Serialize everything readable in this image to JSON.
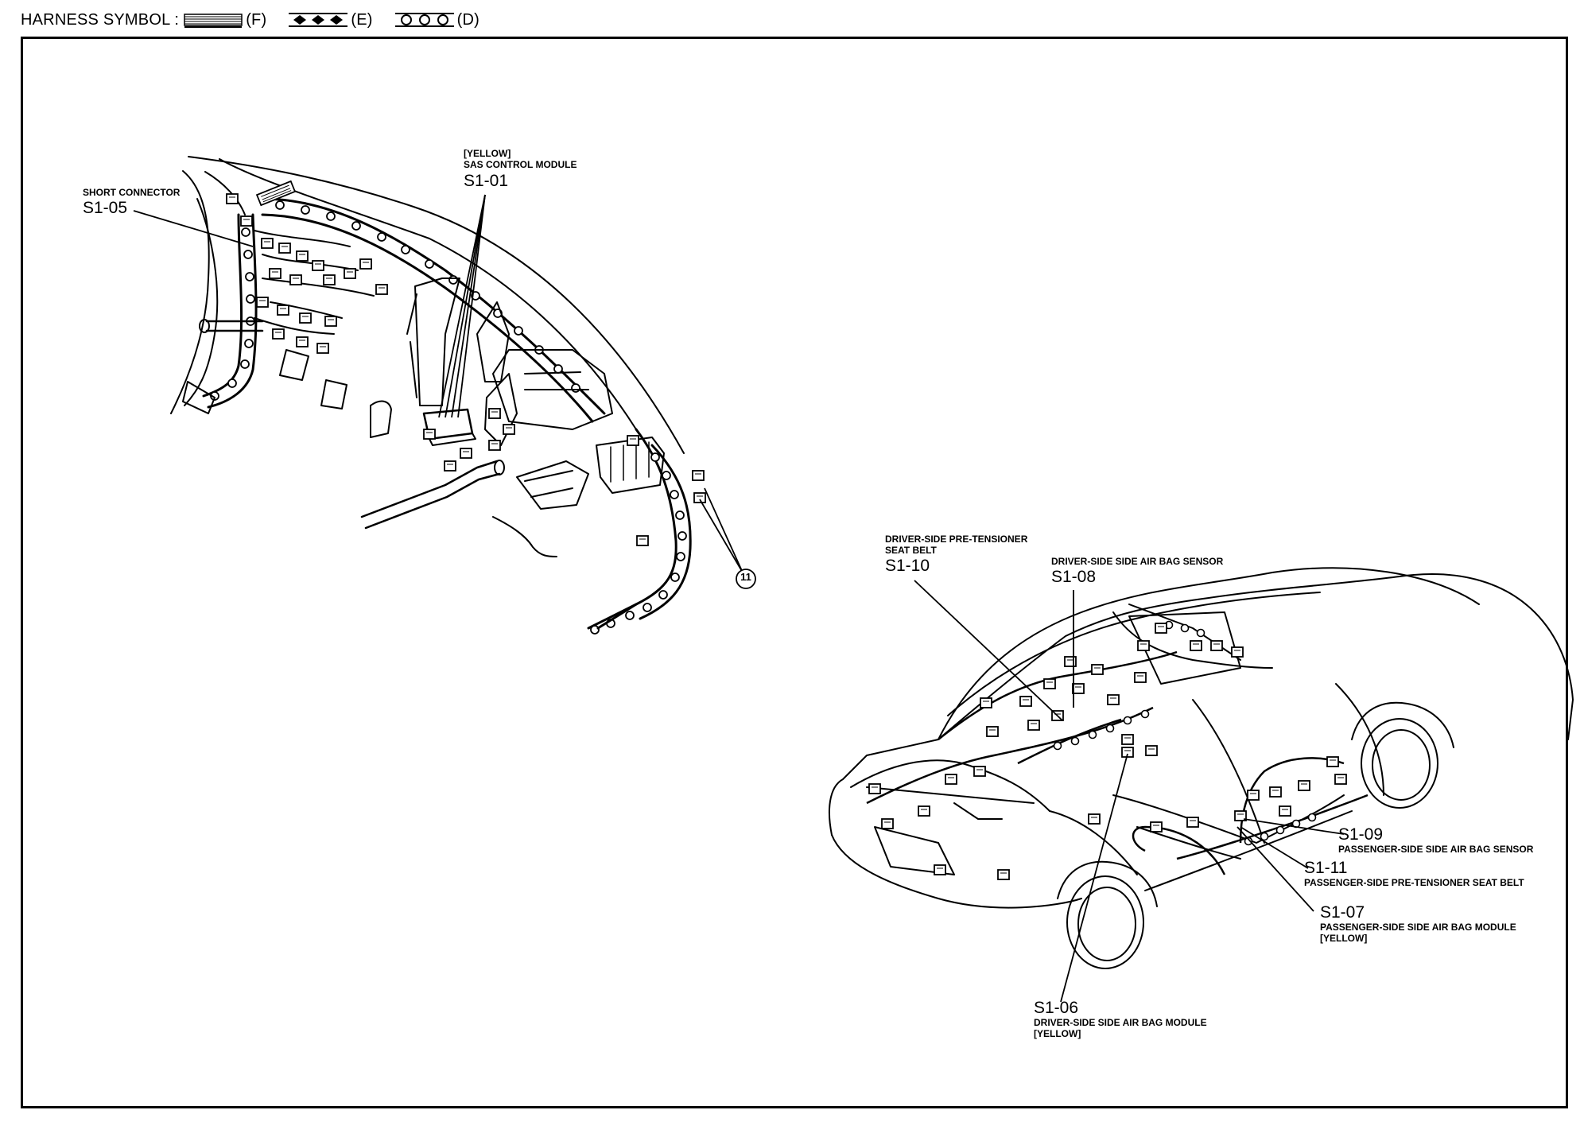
{
  "header": {
    "prefix": "HARNESS SYMBOL :",
    "symbols": [
      {
        "pattern": "hatched",
        "code": "(F)"
      },
      {
        "pattern": "diamonds",
        "code": "(E)"
      },
      {
        "pattern": "circles",
        "code": "(D)"
      }
    ]
  },
  "labels": {
    "s1_05": {
      "desc": "SHORT CONNECTOR",
      "code": "S1-05"
    },
    "s1_01": {
      "tag": "[YELLOW]",
      "desc": "SAS CONTROL MODULE",
      "code": "S1-01"
    },
    "callout_11": "11",
    "s1_10": {
      "desc1": "DRIVER-SIDE PRE-TENSIONER",
      "desc2": "SEAT BELT",
      "code": "S1-10"
    },
    "s1_08": {
      "desc": "DRIVER-SIDE SIDE AIR BAG SENSOR",
      "code": "S1-08"
    },
    "s1_09": {
      "code": "S1-09",
      "desc": "PASSENGER-SIDE SIDE AIR BAG SENSOR"
    },
    "s1_11": {
      "code": "S1-11",
      "desc": "PASSENGER-SIDE PRE-TENSIONER SEAT BELT"
    },
    "s1_07": {
      "code": "S1-07",
      "desc": "PASSENGER-SIDE SIDE AIR BAG MODULE",
      "tag": "[YELLOW]"
    },
    "s1_06": {
      "code": "S1-06",
      "desc": "DRIVER-SIDE SIDE AIR BAG MODULE",
      "tag": "[YELLOW]"
    }
  }
}
